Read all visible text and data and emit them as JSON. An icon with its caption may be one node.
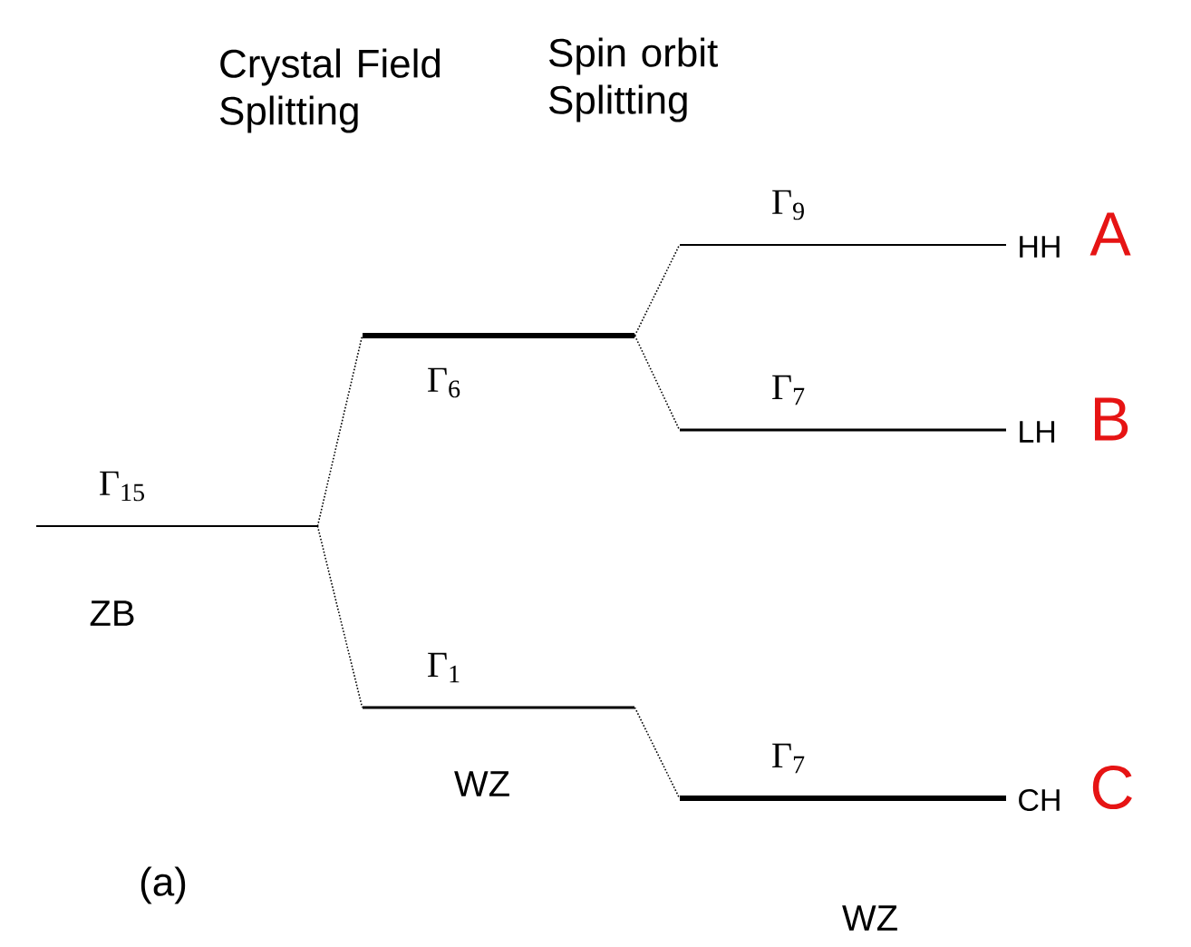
{
  "diagram": {
    "nodes": [
      {
        "text": [
          "Γ$_{15}$"
        ]
      },
      {
        "text": [
          "Γ$_{6}$"
        ]
      },
      {
        "text": [
          "Γ$_{1}$"
        ]
      },
      {
        "text": [
          "Γ$_{9}$"
        ],
        "beside": [
          "HH",
          "A"
        ]
      },
      {
        "text": [
          "Γ$_{7}$"
        ],
        "beside": [
          "LH",
          "B"
        ]
      },
      {
        "text": [
          "Γ$_{7}$"
        ],
        "beside": [
          "CH",
          "C"
        ]
      }
    ],
    "edges": [
      {
        "from": 0,
        "to": 1,
        "arrow": "none",
        "style": "dashed"
      },
      {
        "from": 0,
        "to": 2,
        "arrow": "none",
        "style": "dashed"
      },
      {
        "from": 1,
        "to": 3,
        "arrow": "none",
        "style": "dashed"
      },
      {
        "from": 1,
        "to": 4,
        "arrow": "none",
        "style": "dashed"
      },
      {
        "from": 2,
        "to": 5,
        "arrow": "none",
        "style": "dashed"
      }
    ],
    "labels": [
      "Crystal Field Splitting",
      "Spin orbit Splitting",
      "ZB",
      "WZ",
      "WZ",
      "(a)"
    ]
  }
}
